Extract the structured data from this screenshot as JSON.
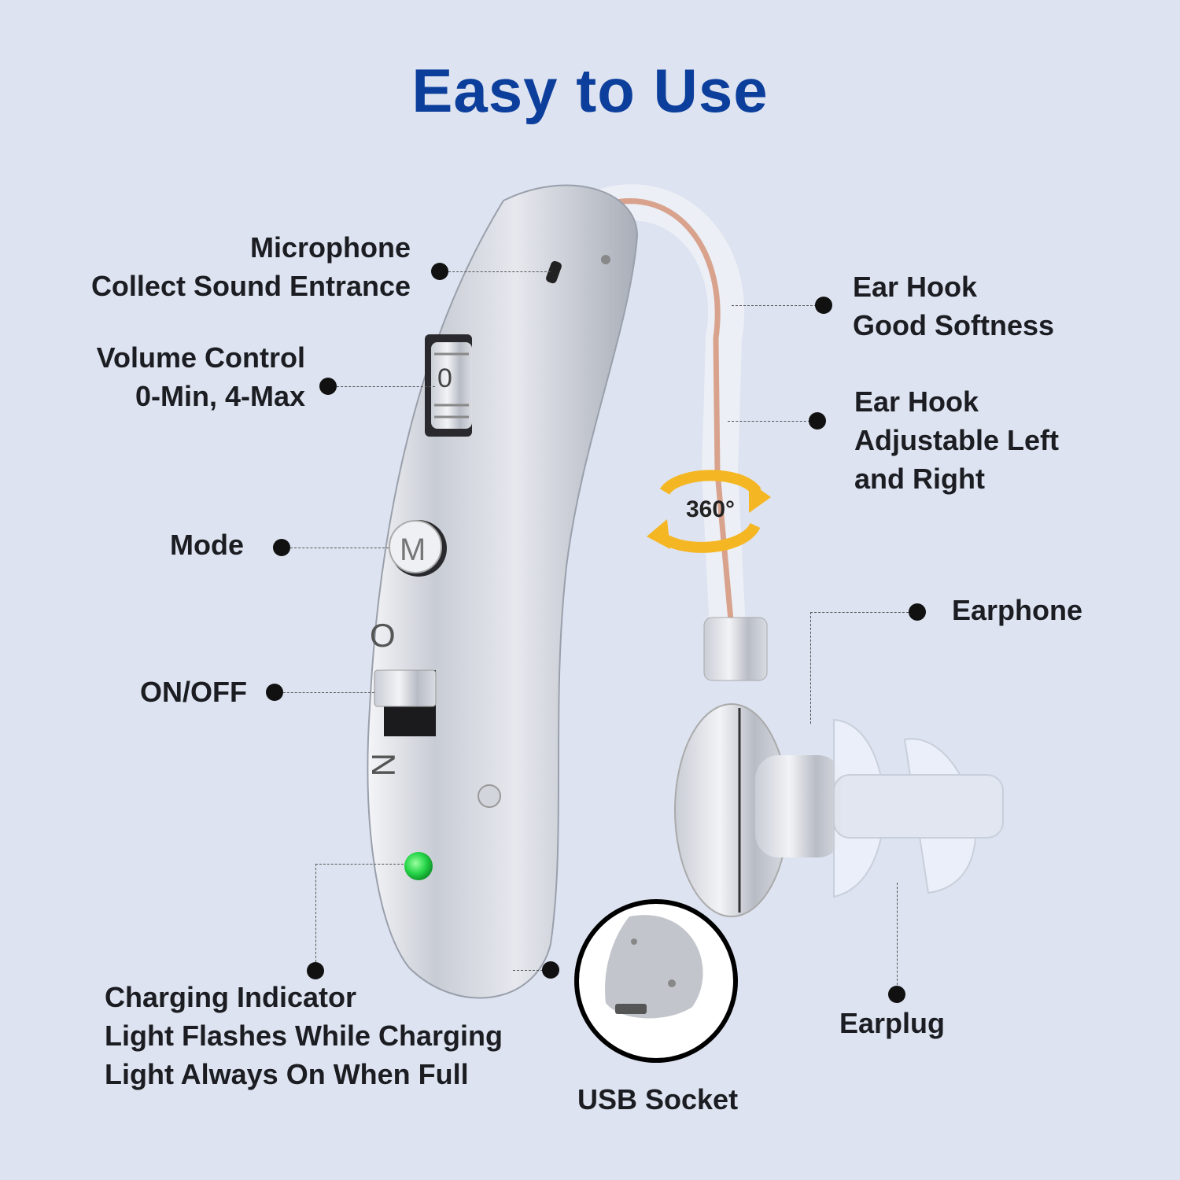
{
  "title": "Easy to Use",
  "colors": {
    "background": "#dde3f0",
    "title": "#0c3e9c",
    "text": "#1b1d22",
    "arrow": "#f5b623",
    "led": "#27d64a"
  },
  "callouts": {
    "microphone": {
      "lines": [
        "Microphone",
        "Collect Sound Entrance"
      ]
    },
    "volume": {
      "lines": [
        "Volume Control",
        "0-Min, 4-Max"
      ]
    },
    "mode": {
      "lines": [
        "Mode"
      ]
    },
    "onoff": {
      "lines": [
        "ON/OFF"
      ]
    },
    "charging": {
      "lines": [
        "Charging Indicator",
        "Light Flashes While Charging",
        "Light Always On When Full"
      ]
    },
    "usb": {
      "lines": [
        "USB Socket"
      ]
    },
    "earhook_soft": {
      "lines": [
        "Ear Hook",
        "Good Softness"
      ]
    },
    "earhook_adjust": {
      "lines": [
        "Ear Hook",
        "Adjustable Left",
        "and Right"
      ]
    },
    "earphone": {
      "lines": [
        "Earphone"
      ]
    },
    "earplug": {
      "lines": [
        "Earplug"
      ]
    }
  },
  "device": {
    "mode_button_letter": "M",
    "switch_letters": [
      "O",
      "N"
    ],
    "volume_wheel_digit": "0",
    "rotation_label": "360°"
  }
}
